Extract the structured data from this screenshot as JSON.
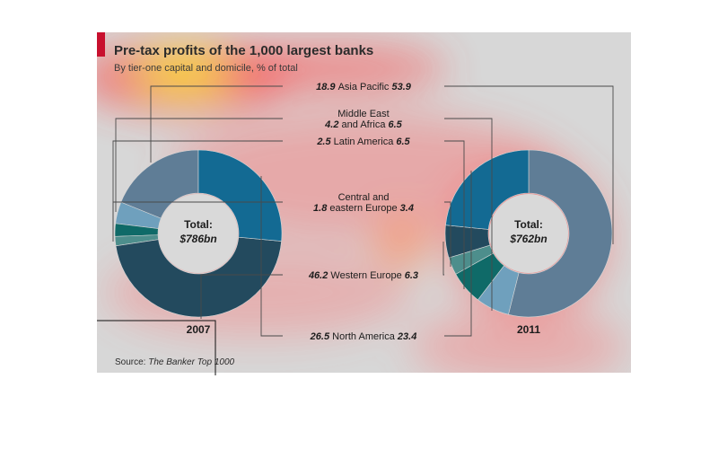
{
  "header": {
    "title": "Pre-tax profits of the 1,000 largest banks",
    "subtitle": "By tier-one capital and domicile, % of total"
  },
  "source": {
    "label": "Source: ",
    "name": "The Banker Top 1000"
  },
  "colors": {
    "background": "#d7d7d7",
    "accent": "#c8102e",
    "asia_pacific": "#5f7d96",
    "middle_east_africa": "#6fa0bd",
    "latin_america": "#0f6a68",
    "central_eastern_europe": "#4d8e8c",
    "western_europe": "#234a5e",
    "north_america": "#136a93"
  },
  "chart_data": {
    "type": "pie",
    "donut": true,
    "categories": [
      "Asia Pacific",
      "Middle East and Africa",
      "Latin America",
      "Central and eastern Europe",
      "Western Europe",
      "North America"
    ],
    "label_lines": [
      [
        "Asia Pacific"
      ],
      [
        "Middle East",
        "and Africa"
      ],
      [
        "Latin America"
      ],
      [
        "Central and",
        "eastern Europe"
      ],
      [
        "Western Europe"
      ],
      [
        "North America"
      ]
    ],
    "series": [
      {
        "name": "2007",
        "total_label": "Total:",
        "total_value": "$786bn",
        "values": [
          18.9,
          4.2,
          2.5,
          1.8,
          46.2,
          26.5
        ]
      },
      {
        "name": "2011",
        "total_label": "Total:",
        "total_value": "$762bn",
        "values": [
          53.9,
          6.5,
          6.5,
          3.4,
          6.3,
          23.4
        ]
      }
    ],
    "value_labels_2007": [
      "18.9",
      "4.2",
      "2.5",
      "1.8",
      "46.2",
      "26.5"
    ],
    "value_labels_2011": [
      "53.9",
      "6.5",
      "6.5",
      "3.4",
      "6.3",
      "23.4"
    ]
  }
}
